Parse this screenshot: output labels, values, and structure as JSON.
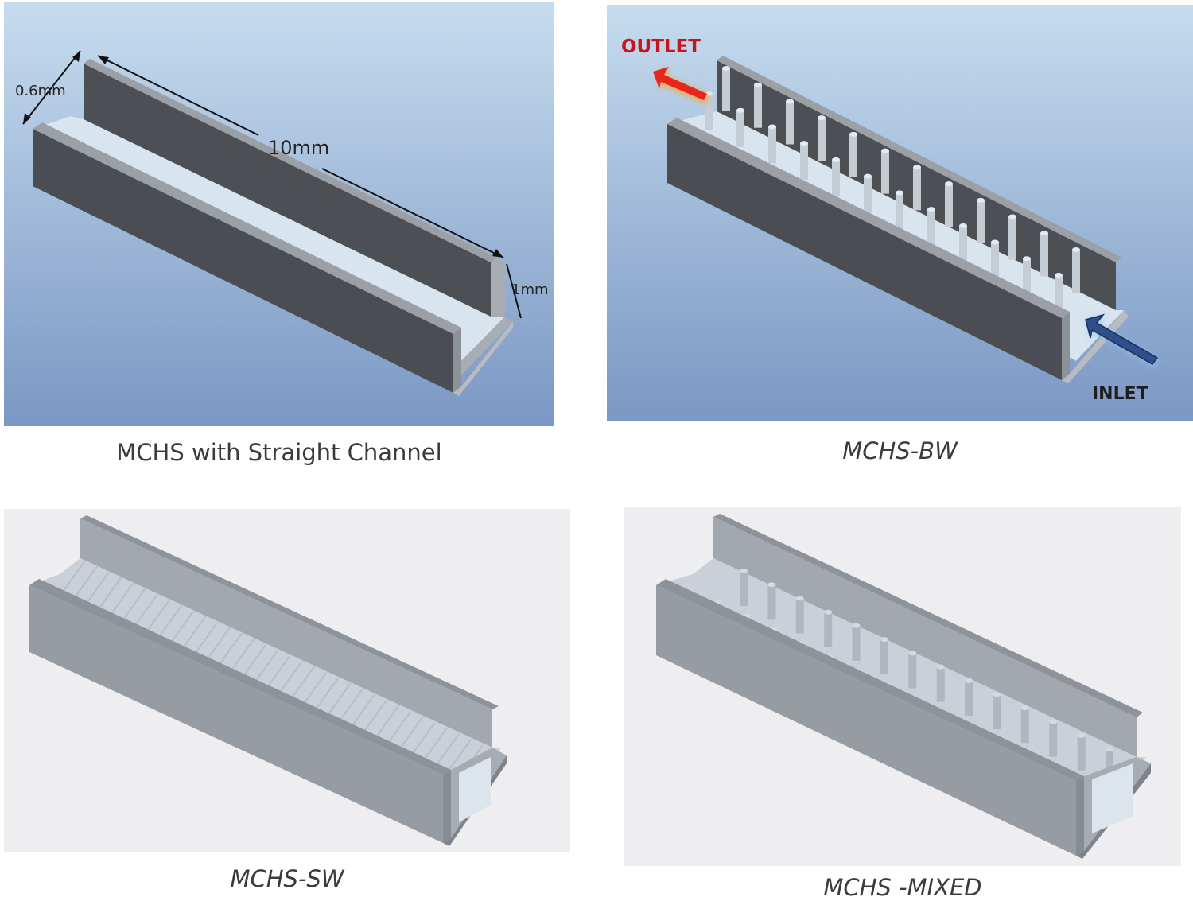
{
  "panels": [
    {
      "caption": "MCHS with Straight Channel",
      "dimensions": {
        "width": "0.6mm",
        "length": "10mm",
        "height": "1mm"
      }
    },
    {
      "caption": "MCHS-BW",
      "flow": {
        "outlet": "OUTLET",
        "inlet": "INLET"
      },
      "colors": {
        "outlet_arrow": "#e8261c",
        "outlet_text": "#c8141c",
        "inlet_arrow": "#2e4f8c",
        "inlet_text": "#1e1e1e"
      }
    },
    {
      "caption": "MCHS-SW"
    },
    {
      "caption": "MCHS -MIXED"
    }
  ],
  "colors": {
    "bg_blue_top": "#c6dcee",
    "bg_blue_bottom": "#7b97c4",
    "bg_grey": "#eeeef0",
    "wall_dark": "#4d5054",
    "wall_grey": "#a4a8ae",
    "channel_floor": "#d8e4ee"
  }
}
